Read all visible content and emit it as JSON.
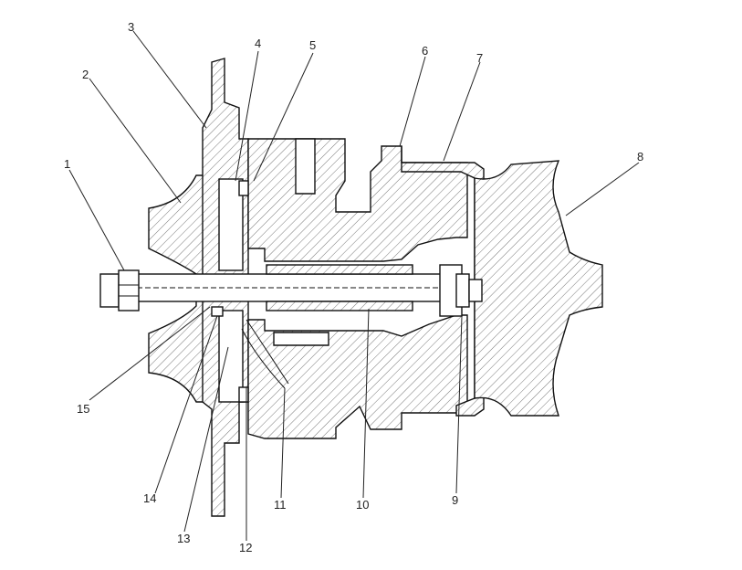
{
  "diagram": {
    "callouts": [
      "1",
      "2",
      "3",
      "4",
      "5",
      "6",
      "7",
      "8",
      "9",
      "10",
      "11",
      "12",
      "13",
      "14",
      "15"
    ]
  },
  "colors": {
    "ink": "#111111",
    "background": "#ffffff"
  }
}
